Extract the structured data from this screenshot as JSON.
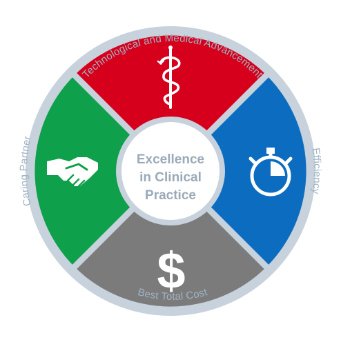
{
  "center": {
    "lines": [
      "Excellence",
      "in Clinical",
      "Practice"
    ]
  },
  "segments": [
    {
      "key": "top",
      "label": "Technological and Medical Advancement",
      "color": "#d6001c",
      "icon": "staff-of-asclepius-icon"
    },
    {
      "key": "right",
      "label": "Efficiency",
      "color": "#0b6cc0",
      "icon": "stopwatch-icon"
    },
    {
      "key": "bottom",
      "label": "Best Total Cost",
      "color": "#7b7b7b",
      "icon": "dollar-sign-icon"
    },
    {
      "key": "left",
      "label": "Caring Partner",
      "color": "#0ea04a",
      "icon": "handshake-icon"
    }
  ],
  "dollar_symbol": "$",
  "colors": {
    "ring": "#c7d2dc",
    "label_text": "#9fb3c4",
    "center_text": "#9aaab8",
    "icon": "#ffffff"
  }
}
